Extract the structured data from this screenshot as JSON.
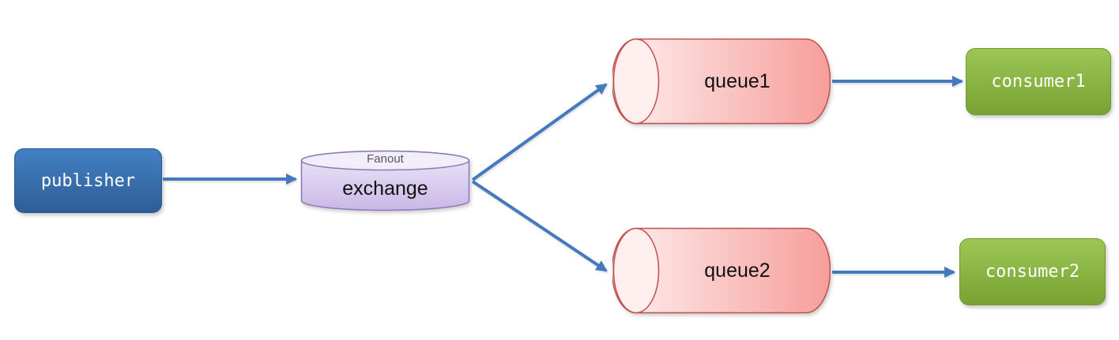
{
  "nodes": {
    "publisher": {
      "label": "publisher"
    },
    "exchange": {
      "type_label": "Fanout",
      "label": "exchange"
    },
    "queue1": {
      "label": "queue1"
    },
    "queue2": {
      "label": "queue2"
    },
    "consumer1": {
      "label": "consumer1"
    },
    "consumer2": {
      "label": "consumer2"
    }
  },
  "edges": [
    {
      "from": "publisher",
      "to": "exchange"
    },
    {
      "from": "exchange",
      "to": "queue1"
    },
    {
      "from": "exchange",
      "to": "queue2"
    },
    {
      "from": "queue1",
      "to": "consumer1"
    },
    {
      "from": "queue2",
      "to": "consumer2"
    }
  ],
  "colors": {
    "arrow": "#4379BE",
    "publisher_top": "#4380C2",
    "publisher_bottom": "#2E5E99",
    "publisher_border": "#2A5691",
    "consumer_top": "#9CC655",
    "consumer_bottom": "#78A232",
    "consumer_border": "#71982F",
    "exchange_light": "#EFE9F9",
    "exchange_dark": "#C9B7E6",
    "exchange_cap": "#F2EDFA",
    "exchange_border": "#8D79B5",
    "queue_light": "#FDF0EF",
    "queue_dark": "#F79E9B",
    "queue_cap": "#FCEFEE",
    "queue_border": "#C0504D",
    "label_text": "#111111",
    "subtitle_text": "#595959",
    "node_text": "#FFFFFF"
  }
}
